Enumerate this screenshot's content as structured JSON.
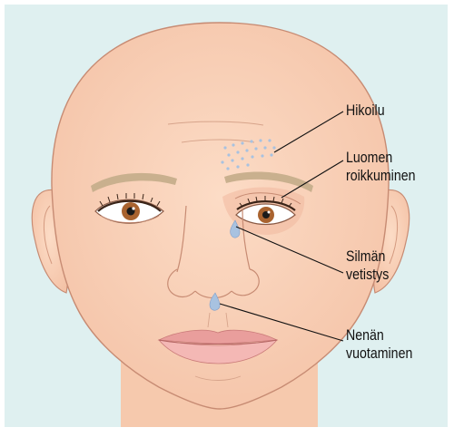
{
  "figure": {
    "background_color": "#dff0f0",
    "skin_color": "#fad1b7",
    "outline_color": "#c78b73",
    "brow_color": "#c9b08e",
    "iris_color": "#a9632f",
    "lip_color": "#f0a9a7",
    "fluid_color": "#a8c2e0",
    "leader_line_color": "#111111"
  },
  "callouts": [
    {
      "id": "sweating",
      "lines": [
        "Hikoilu"
      ]
    },
    {
      "id": "ptosis",
      "lines": [
        "Luomen",
        "roikkuminen"
      ]
    },
    {
      "id": "tearing",
      "lines": [
        "Silmän",
        "vetistys"
      ]
    },
    {
      "id": "rhinorrhea",
      "lines": [
        "Nenän",
        "vuotaminen"
      ]
    }
  ]
}
